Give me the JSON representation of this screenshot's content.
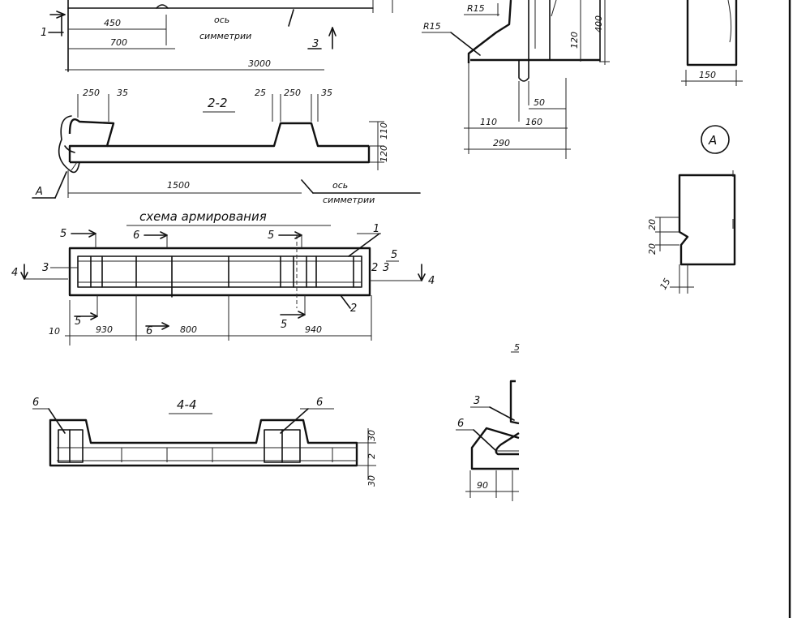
{
  "top_view": {
    "dims": {
      "d450": "450",
      "d700": "700",
      "d3000": "3000"
    },
    "axis_note": {
      "line1": "ось",
      "line2": "симметрии"
    },
    "cut_1": "1",
    "cut_3": "3"
  },
  "section_2_2": {
    "title": "2-2",
    "dims": {
      "d250a": "250",
      "d35a": "35",
      "d25": "25",
      "d250b": "250",
      "d35b": "35",
      "d110": "110",
      "d120": "120",
      "d1500": "1500"
    },
    "detail_ref": "A",
    "axis_note": {
      "line1": "ось",
      "line2": "симметрии"
    }
  },
  "reinforcement_scheme": {
    "title": "схема армирования",
    "marks": {
      "m5a": "5",
      "m6": "6",
      "m5b": "5",
      "m4l": "4",
      "m3l": "3",
      "m1": "1",
      "m2": "2",
      "m3r": "3",
      "m5r": "5",
      "m4r": "4",
      "m2b": "2",
      "m5c": "5",
      "m5d": "5"
    },
    "dims": {
      "d10": "10",
      "d930": "930",
      "d6": "6",
      "d800": "800",
      "d940": "940"
    }
  },
  "section_4_4": {
    "title": "4-4",
    "marks": {
      "m6l": "6",
      "m6r": "6"
    },
    "dims": {
      "d30a": "30",
      "d2": "2",
      "d30b": "30"
    }
  },
  "section_1_1": {
    "labels": {
      "r15a": "R15",
      "r15b": "R15"
    },
    "dims": {
      "d110": "110",
      "d160": "160",
      "d50": "50",
      "d290": "290",
      "d120": "120",
      "d400": "400"
    }
  },
  "end_view": {
    "dims": {
      "d150": "150"
    }
  },
  "detail_a": {
    "label": "A",
    "dims": {
      "d20a": "20",
      "d20b": "20",
      "d15": "15"
    }
  },
  "section_6": {
    "marks": {
      "m3": "3",
      "m6": "6"
    },
    "dims": {
      "d90": "90"
    },
    "partial_label": "5"
  }
}
